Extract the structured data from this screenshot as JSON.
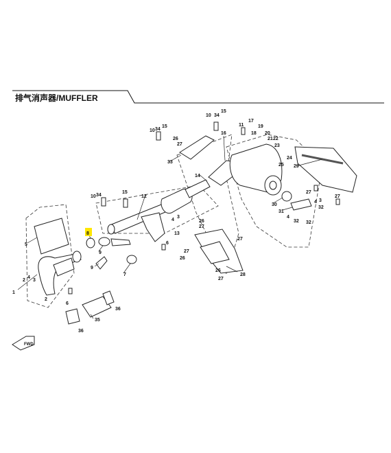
{
  "header": {
    "title": "排气消声器/MUFFLER"
  },
  "highlight": {
    "part": "8",
    "color": "#ffe600"
  },
  "fwd_label": "FWD",
  "labels": {
    "p1": "1",
    "p2a": "2",
    "p2b": "2",
    "p3a": "3",
    "p3b": "3",
    "p3c": "3",
    "p4a": "4",
    "p4b": "4",
    "p4c": "4",
    "p4d": "4",
    "p5": "5",
    "p6a": "6",
    "p6b": "6",
    "p7": "7",
    "p8": "8",
    "p9a": "9",
    "p9b": "9",
    "p10a": "10",
    "p10b": "10",
    "p10c": "10",
    "p11": "11",
    "p12": "12",
    "p13": "13",
    "p14": "14",
    "p15a": "15",
    "p15b": "15",
    "p15c": "15",
    "p16": "16",
    "p17": "17",
    "p18": "18",
    "p19": "19",
    "p20": "20",
    "p21": "21",
    "p22": "22",
    "p23": "23",
    "p24": "24",
    "p25": "25",
    "p26a": "26",
    "p26b": "26",
    "p26c": "26",
    "p26d": "26",
    "p27a": "27",
    "p27b": "27",
    "p27c": "27",
    "p27d": "27",
    "p27e": "27",
    "p27f": "27",
    "p27g": "27",
    "p28": "28",
    "p29": "29",
    "p30": "30",
    "p31": "31",
    "p32a": "32",
    "p32b": "32",
    "p32c": "32",
    "p33": "33",
    "p34a": "34",
    "p34b": "34",
    "p34c": "34",
    "p35": "35",
    "p36a": "36",
    "p36b": "36"
  }
}
